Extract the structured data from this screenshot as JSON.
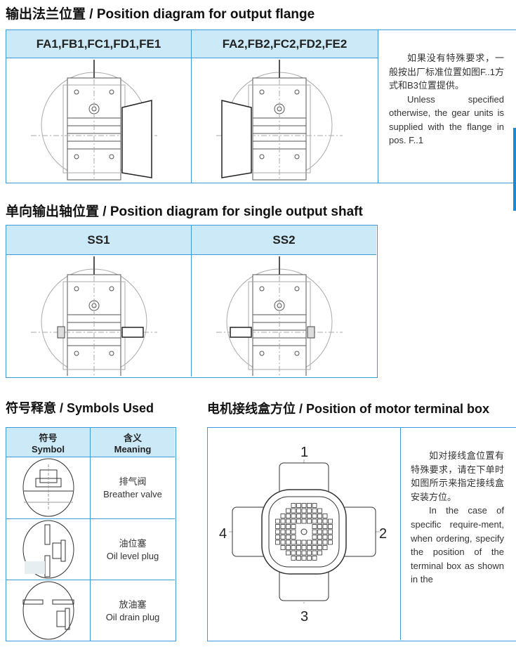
{
  "section1": {
    "title": "输出法兰位置 / Position diagram for output flange",
    "col1": "FA1,FB1,FC1,FD1,FE1",
    "col2": "FA2,FB2,FC2,FD2,FE2",
    "note_cn": "如果没有特殊要求，一般按出厂标准位置如图F..1方式和B3位置提供。",
    "note_en": "Unless specified otherwise, the gear units is supplied with the flange in pos. F..1"
  },
  "section2": {
    "title": "单向输出轴位置 / Position diagram for single output shaft",
    "col1": "SS1",
    "col2": "SS2"
  },
  "section3": {
    "title": "符号释意 / Symbols Used",
    "header_symbol_cn": "符号",
    "header_symbol_en": "Symbol",
    "header_meaning_cn": "含义",
    "header_meaning_en": "Meaning",
    "rows": [
      {
        "cn": "排气阀",
        "en": "Breather valve",
        "icon": "breather-valve-icon"
      },
      {
        "cn": "油位塞",
        "en": "Oil level plug",
        "icon": "oil-level-plug-icon"
      },
      {
        "cn": "放油塞",
        "en": "Oil drain plug",
        "icon": "oil-drain-plug-icon"
      }
    ]
  },
  "section4": {
    "title": "电机接线盒方位 / Position of motor terminal box",
    "positions": [
      "1",
      "2",
      "3",
      "4"
    ],
    "note_cn": "如对接线盒位置有特殊要求，请在下单时如图所示来指定接线盒安装方位。",
    "note_en": "In the case of specific require-ment, when ordering, specify the position of the terminal box as shown in the"
  },
  "colors": {
    "border": "#3a9ad9",
    "header_bg": "#cce9f8"
  }
}
